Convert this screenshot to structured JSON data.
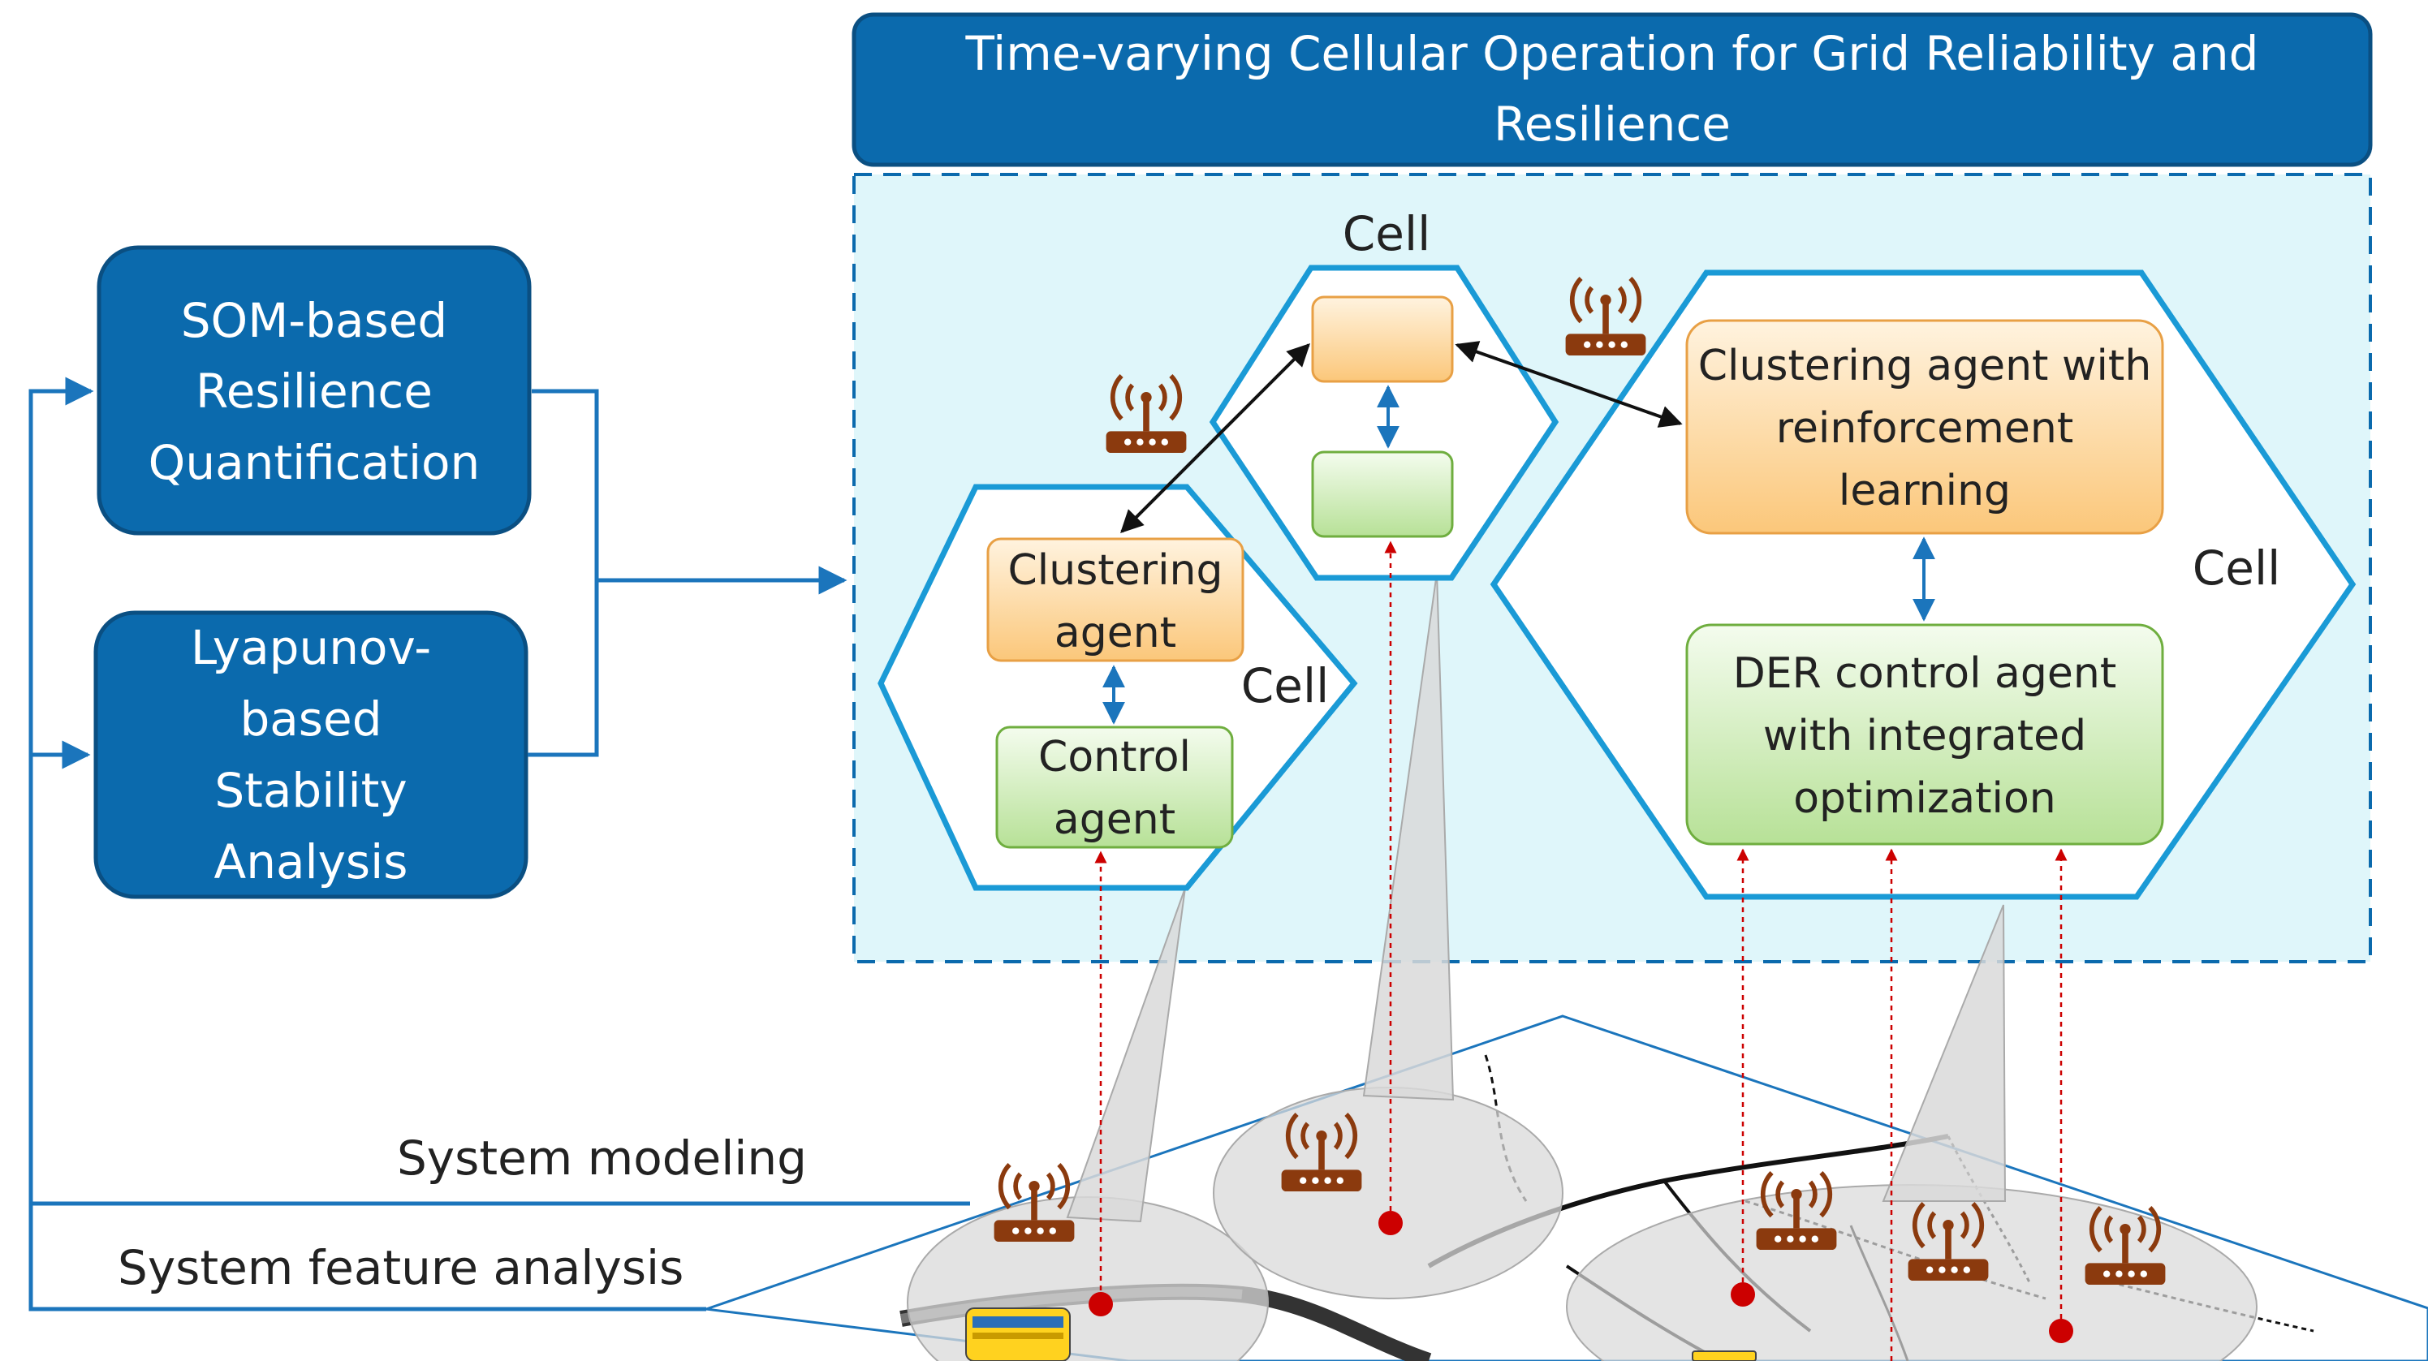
{
  "title": {
    "lines": [
      "Time-varying Cellular Operation for Grid Reliability and",
      "Resilience"
    ]
  },
  "left_boxes": [
    {
      "lines": [
        "SOM-based",
        "Resilience",
        "Quantification"
      ]
    },
    {
      "lines": [
        "Lyapunov-",
        "based",
        "Stability",
        "Analysis"
      ]
    }
  ],
  "cells": {
    "small_label": "Cell",
    "top_label": "Cell",
    "large_label": "Cell",
    "small_clustering": [
      "Clustering",
      "agent"
    ],
    "small_control": [
      "Control",
      "agent"
    ],
    "large_clustering": [
      "Clustering agent with",
      "reinforcement",
      "learning"
    ],
    "large_control": [
      "DER control agent",
      "with integrated",
      "optimization"
    ]
  },
  "bottom_labels": {
    "system_modeling": "System modeling",
    "system_feature": "System feature analysis"
  },
  "colors": {
    "box_blue": "#0b6aad",
    "box_border": "#0a4f82",
    "hex_border": "#1a9ad6",
    "panel_fill": "#dff6fa",
    "orange_top": "#fff3df",
    "orange_bottom": "#fbc77a",
    "green_top": "#f2fbea",
    "green_bottom": "#b9e29a",
    "arrow_blue": "#1b75bc",
    "dotted_red": "#cc0000",
    "router_brown": "#8b3a0e"
  },
  "icons": [
    "wireless-router-icon",
    "bus-icon",
    "network-node-icon"
  ]
}
